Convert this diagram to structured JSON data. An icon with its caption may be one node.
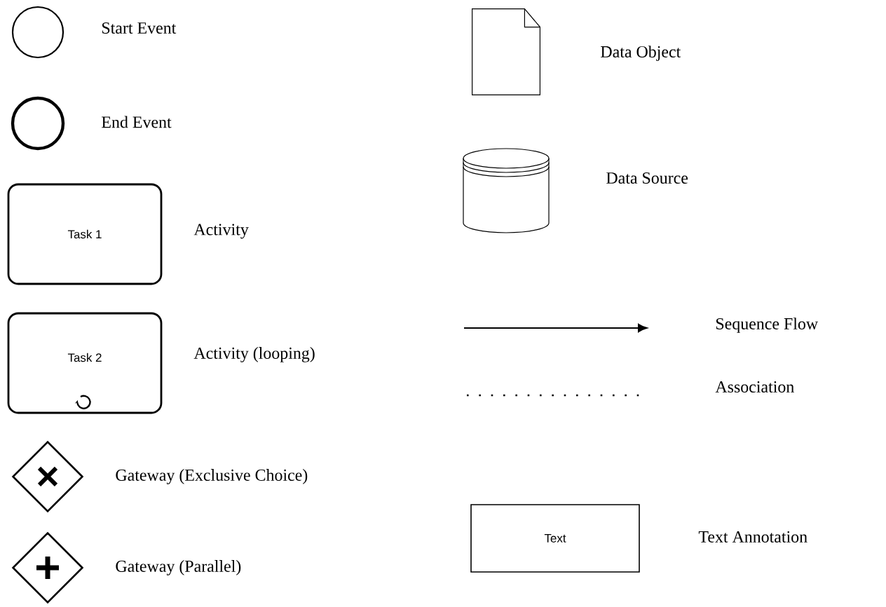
{
  "diagram": {
    "nodes": [
      {
        "text": [],
        "shape": "circle",
        "beside": [
          "Start Event"
        ]
      },
      {
        "text": [],
        "shape": "circle",
        "beside": [
          "End Event"
        ]
      },
      {
        "text": [
          "Task 1"
        ],
        "beside": [
          "Activity"
        ]
      },
      {
        "text": [
          "Task 2"
        ],
        "beside": [
          "Activity (looping)"
        ]
      },
      {
        "text": [],
        "shape": "diamond",
        "beside": [
          "Gateway (Exclusive Choice)"
        ]
      },
      {
        "text": [],
        "shape": "diamond",
        "beside": [
          "Gateway (Parallel)"
        ]
      },
      {
        "text": [],
        "shape": "document",
        "beside": [
          "Data Object"
        ]
      },
      {
        "text": [],
        "shape": "cylinder",
        "beside": [
          "Data Source"
        ]
      },
      {
        "text": [
          "Text"
        ],
        "beside": [
          "Text Annotation"
        ]
      }
    ],
    "legend": [
      {
        "text": "Sequence Flow"
      },
      {
        "text": "Association"
      }
    ]
  }
}
